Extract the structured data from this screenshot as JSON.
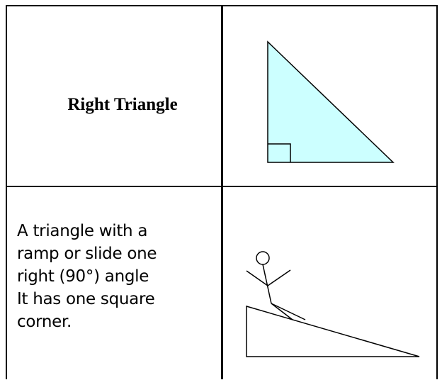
{
  "left_top_cell": {
    "title": "Right Triangle"
  },
  "left_bottom_cell": {
    "description_lines": [
      "A triangle with a",
      "ramp or slide one",
      "right (90°) angle",
      "It has one square",
      "corner."
    ]
  },
  "right_top_cell": {
    "figure": "right-triangle-diagram",
    "fill_color": "#ccffff"
  },
  "right_bottom_cell": {
    "figure": "stick-figure-on-slide"
  }
}
